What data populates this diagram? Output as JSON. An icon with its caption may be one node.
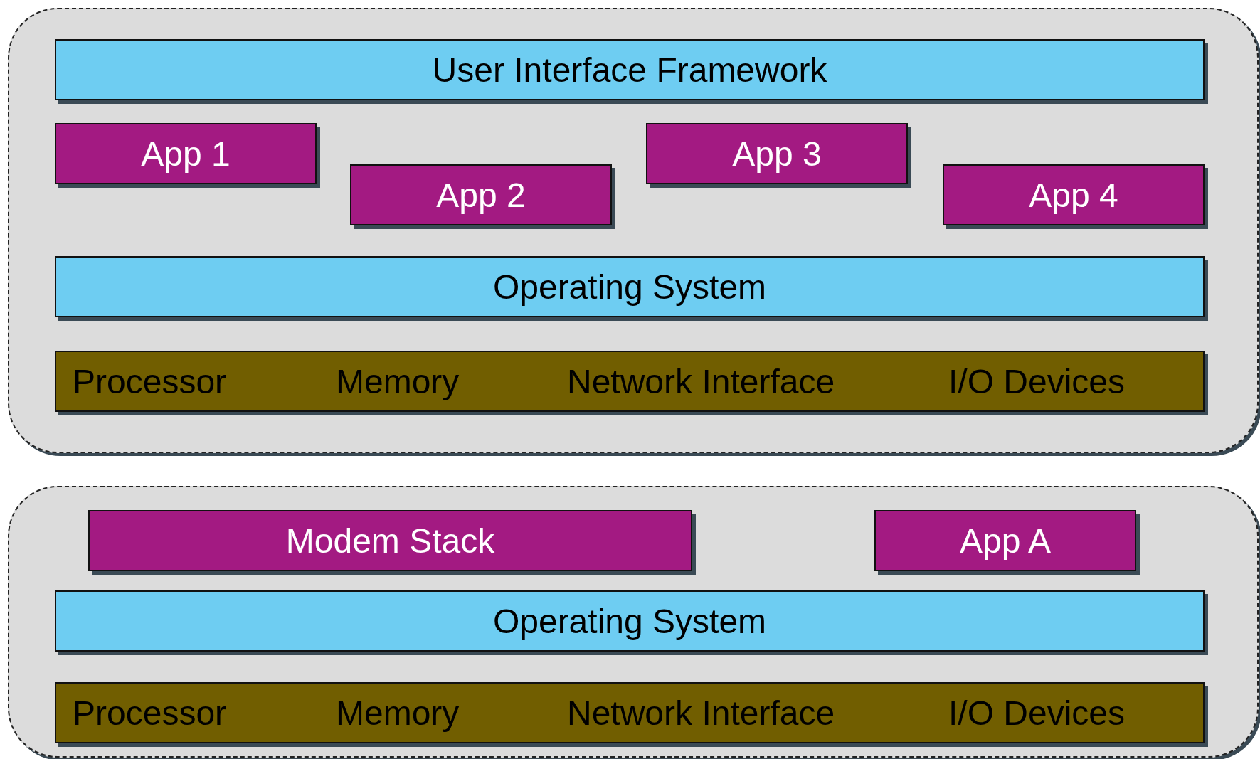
{
  "diagram": {
    "nodes": [
      {
        "text": [],
        "shape": "box"
      },
      {
        "text": [
          "User Interface Framework"
        ],
        "in": 0
      },
      {
        "text": [
          "App 1"
        ],
        "in": 0
      },
      {
        "text": [
          "App 2"
        ],
        "in": 0
      },
      {
        "text": [
          "App 3"
        ],
        "in": 0
      },
      {
        "text": [
          "App 4"
        ],
        "in": 0
      },
      {
        "text": [
          "Operating System"
        ],
        "in": 0
      },
      {
        "text": [
          "Processor",
          "Memory",
          "Network Interface",
          "I/O Devices"
        ],
        "in": 0
      },
      {
        "text": [],
        "shape": "box"
      },
      {
        "text": [
          "Modem Stack"
        ],
        "in": 8
      },
      {
        "text": [
          "App A"
        ],
        "in": 8
      },
      {
        "text": [
          "Operating System"
        ],
        "in": 8
      },
      {
        "text": [
          "Processor",
          "Memory",
          "Network Interface",
          "I/O Devices"
        ],
        "in": 8
      }
    ],
    "edges": []
  }
}
